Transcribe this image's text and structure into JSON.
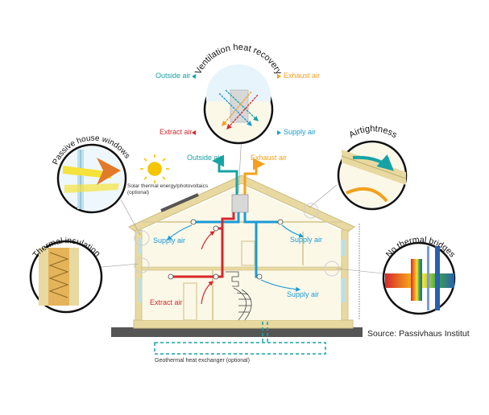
{
  "callouts": {
    "ventilation": "Ventilation heat recovery",
    "windows": "Passive house windows",
    "airtightness": "Airtightness",
    "insulation": "Thermal insulation",
    "bridges": "No thermal bridges"
  },
  "labels": {
    "vent_outside_air": "Outside air",
    "vent_exhaust_air": "Exhaust air",
    "vent_extract_air": "Extract air",
    "vent_supply_air": "Supply air",
    "roof_outside_air": "Outside air",
    "roof_exhaust_air": "Exhaust air",
    "solar": "Solar thermal energy/photovoltaics",
    "solar_optional": "(optional)",
    "supply_air_upper_left": "Supply air",
    "supply_air_upper_right": "Supply air",
    "supply_air_lower_right": "Supply air",
    "extract_air": "Extract air",
    "geothermal": "Geothermal heat exchanger (optional)",
    "source": "Source: Passivhaus Institut"
  },
  "colors": {
    "supply": "#1a9bd6",
    "exhaust": "#f3a01d",
    "extract": "#d8272d",
    "outside": "#17a3a5",
    "frame": "#e8d9a0",
    "ground": "#555555"
  }
}
